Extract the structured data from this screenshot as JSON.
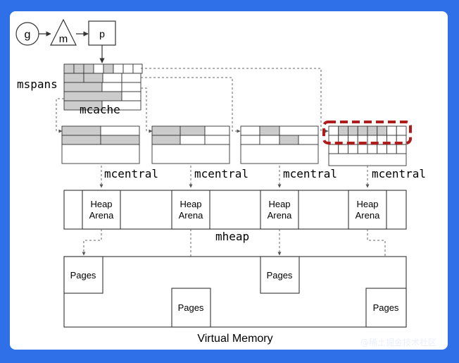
{
  "nodes": {
    "g": "g",
    "m": "m",
    "p": "p"
  },
  "labels": {
    "mspans": "mspans",
    "mcache": "mcache",
    "mcentral": [
      "mcentral",
      "mcentral",
      "mcentral",
      "mcentral"
    ],
    "heap_arena_line1": "Heap",
    "heap_arena_line2": "Arena",
    "mheap": "mheap",
    "pages": "Pages",
    "virtual_memory": "Virtual Memory"
  },
  "colors": {
    "background": "#2f6fe8",
    "stroke": "#333333",
    "filled_cell": "#cccccc",
    "dashed_line": "#666666",
    "highlight": "#b01c1c"
  },
  "watermark": "@稀土掘金技术社区"
}
